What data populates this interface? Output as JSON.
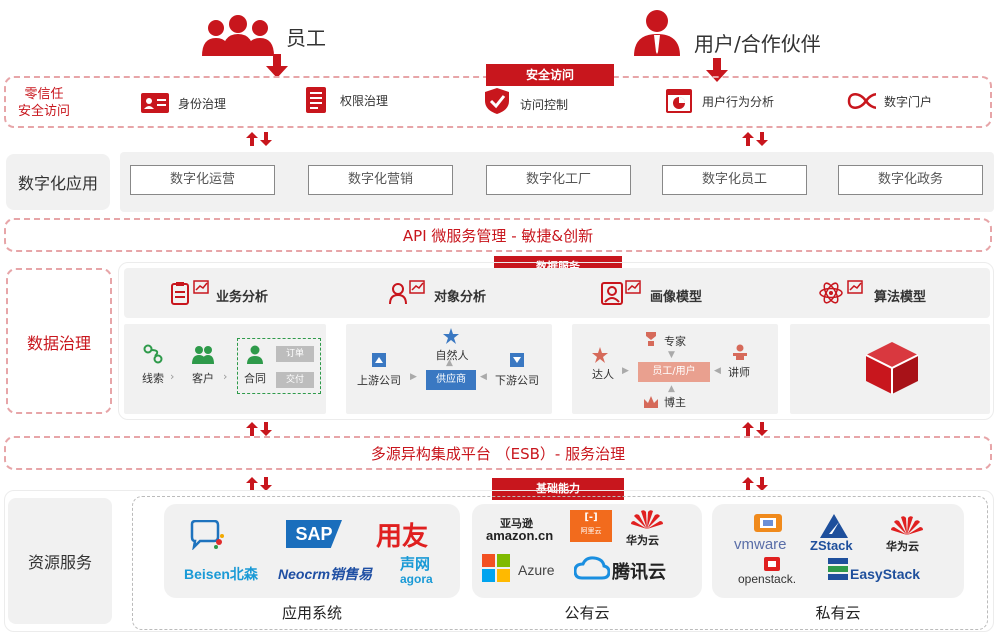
{
  "top": {
    "employees_label": "员工",
    "partners_label": "用户/合作伙伴"
  },
  "security": {
    "tag": "安全访问",
    "side_label_line1": "零信任",
    "side_label_line2": "安全访问",
    "items": [
      "身份治理",
      "权限治理",
      "访问控制",
      "用户行为分析",
      "数字门户"
    ]
  },
  "digital_apps": {
    "label": "数字化应用",
    "buttons": [
      "数字化运营",
      "数字化营销",
      "数字化工厂",
      "数字化员工",
      "数字化政务"
    ]
  },
  "api_bar": "API 微服务管理 - 敏捷&创新",
  "data_governance": {
    "tag": "数据服务",
    "label": "数据治理",
    "headers": [
      "业务分析",
      "对象分析",
      "画像模型",
      "算法模型"
    ],
    "business": {
      "nodes": [
        "线索",
        "客户",
        "合同"
      ],
      "sub": [
        "订单",
        "交付"
      ]
    },
    "object": {
      "center": "供应商",
      "top": "自然人",
      "left": "上游公司",
      "right": "下游公司"
    },
    "portrait": {
      "center": "员工/用户",
      "top": "专家",
      "left": "达人",
      "right": "讲师",
      "bottom": "博主"
    }
  },
  "esb_bar": "多源异构集成平台 （ESB）- 服务治理",
  "resources": {
    "tag": "基础能力",
    "label": "资源服务",
    "groups": [
      "应用系统",
      "公有云",
      "私有云"
    ],
    "apps": {
      "sap": "SAP",
      "yonyou": "用友",
      "beisen": "Beisen北森",
      "neocrm": "Neocrm销售易",
      "shengwang": "声网",
      "agora": "agora"
    },
    "public": {
      "amazon_cn": "亚马逊",
      "amazon": "amazon.cn",
      "aliyun": "阿里云",
      "huawei": "华为云",
      "azure": "Azure",
      "tencent": "腾讯云"
    },
    "private": {
      "vmware": "vmware",
      "zstack": "ZStack",
      "huawei": "华为云",
      "openstack": "openstack.",
      "easystack": "EasyStack"
    }
  },
  "colors": {
    "brand_red": "#c8161d",
    "dash_pink": "#e7a5a8",
    "panel_gray": "#f1f1f1"
  }
}
